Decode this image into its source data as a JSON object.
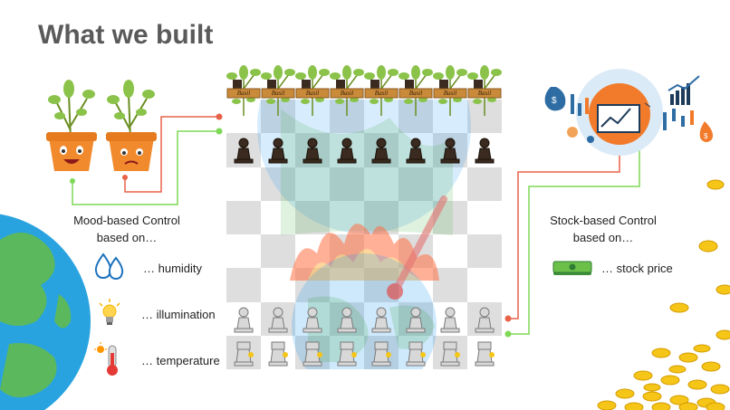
{
  "slide": {
    "title": "What we built"
  },
  "mood_control": {
    "heading_line1": "Mood-based Control",
    "heading_line2": "based on…",
    "items": [
      {
        "icon": "water-drops-icon",
        "label": "… humidity"
      },
      {
        "icon": "light-bulb-icon",
        "label": "… illumination"
      },
      {
        "icon": "thermometer-icon",
        "label": "… temperature"
      }
    ]
  },
  "stock_control": {
    "heading_line1": "Stock-based Control",
    "heading_line2": "based on…",
    "items": [
      {
        "icon": "money-stack-icon",
        "label": "… stock price"
      }
    ]
  },
  "board": {
    "sign_text": "Basil",
    "signs": [
      "Basil",
      "Basil",
      "Basil",
      "Basil",
      "Basil",
      "Basil",
      "Basil",
      "Basil"
    ]
  },
  "colors": {
    "title": "#5a5a5a",
    "line_red": "#e8624a",
    "line_green": "#7ed957",
    "earth_blue": "#1e88e5",
    "earth_green": "#4caf50",
    "pot_orange": "#f08a2c",
    "gold": "#f5c518"
  }
}
